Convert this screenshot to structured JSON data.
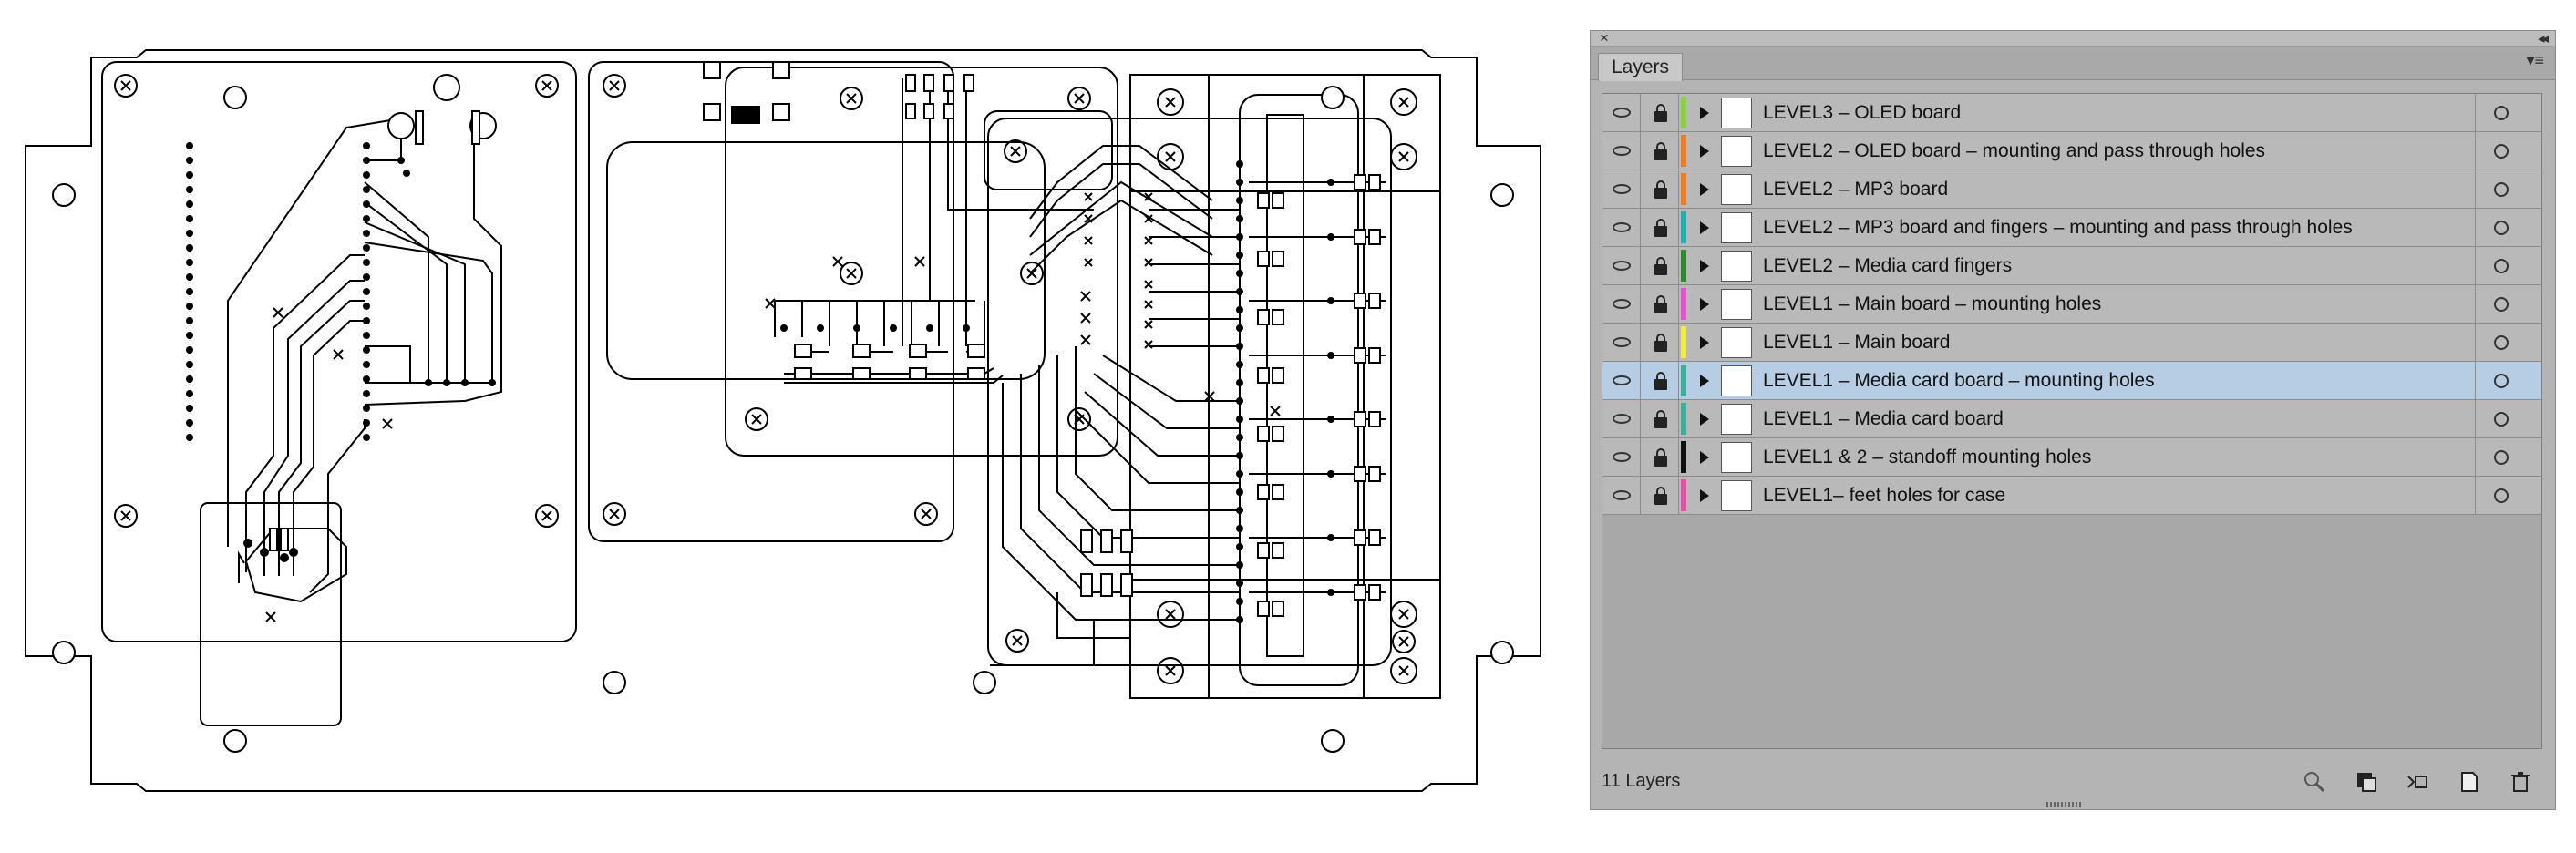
{
  "panel": {
    "tab_label": "Layers",
    "layer_count": "11 Layers",
    "layers": [
      {
        "name": "LEVEL3 – OLED board",
        "color": "#8bd13a",
        "selected": false
      },
      {
        "name": "LEVEL2 – OLED board – mounting and pass through holes",
        "color": "#ef7b22",
        "selected": false
      },
      {
        "name": "LEVEL2 – MP3 board",
        "color": "#ef7b22",
        "selected": false
      },
      {
        "name": "LEVEL2 – MP3 board and fingers – mounting and pass through holes",
        "color": "#19b3b3",
        "selected": false
      },
      {
        "name": "LEVEL2 – Media card fingers",
        "color": "#2e8b2e",
        "selected": false
      },
      {
        "name": "LEVEL1 – Main board – mounting holes",
        "color": "#e84fd2",
        "selected": false
      },
      {
        "name": "LEVEL1 – Main board",
        "color": "#f1ef3d",
        "selected": false
      },
      {
        "name": "LEVEL1 – Media card board – mounting holes",
        "color": "#3aaf9a",
        "selected": true
      },
      {
        "name": "LEVEL1 – Media card board",
        "color": "#3aaf9a",
        "selected": false
      },
      {
        "name": "LEVEL1 & 2 – standoff mounting holes",
        "color": "#111111",
        "selected": false
      },
      {
        "name": "LEVEL1– feet holes for case",
        "color": "#e84fa8",
        "selected": false
      }
    ],
    "tools": [
      "locate-object-icon",
      "make-clipping-mask-icon",
      "create-sublayer-icon",
      "create-new-layer-icon",
      "delete-layer-icon"
    ]
  }
}
